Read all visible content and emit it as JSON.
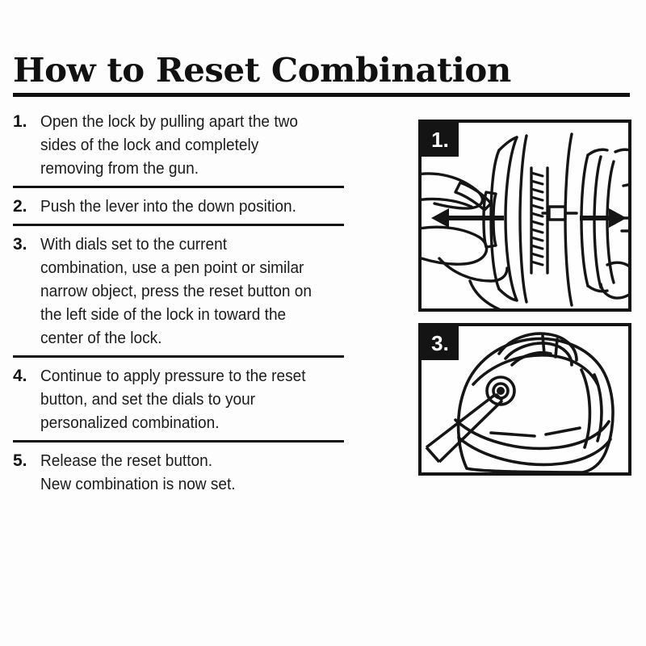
{
  "title": "How to Reset Combination",
  "steps": [
    {
      "number": "1.",
      "lines": [
        "Open the lock by pulling apart the two",
        "sides of the lock and completely",
        "removing from the gun."
      ]
    },
    {
      "number": "2.",
      "lines": [
        "Push the lever into the down position."
      ]
    },
    {
      "number": "3.",
      "lines": [
        "With dials set to the current",
        "combination, use a pen point or similar",
        "narrow object, press the reset button on",
        "the left side of the lock in toward the",
        "center of the lock."
      ]
    },
    {
      "number": "4.",
      "lines": [
        "Continue to apply pressure to the reset",
        "button, and set the dials to your",
        "personalized combination."
      ]
    },
    {
      "number": "5.",
      "lines": [
        "Release the reset button.",
        "New combination is now set."
      ]
    }
  ],
  "panels": [
    {
      "badge": "1.",
      "art": "lock-pulled-apart-by-hands-illustration",
      "arrows": [
        "arrow-left",
        "arrow-right"
      ]
    },
    {
      "badge": "3.",
      "art": "pen-pressing-reset-button-illustration",
      "arrows": []
    }
  ],
  "colors": {
    "ink": "#141414",
    "background": "#fdfdfd",
    "badge_text": "#ffffff"
  }
}
